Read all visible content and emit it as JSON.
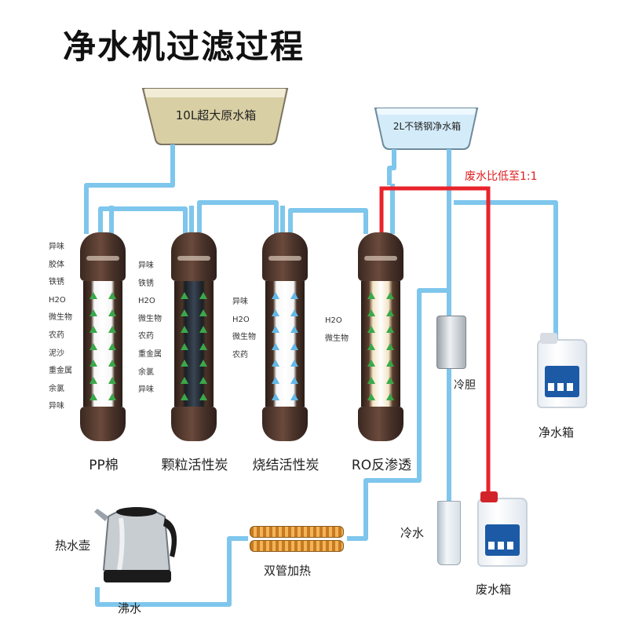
{
  "title": "净水机过滤过程",
  "raw_tank": {
    "label": "10L超大原水箱"
  },
  "pure_tank": {
    "label": "2L不锈钢净水箱"
  },
  "ratio_note": "废水比低至1:1",
  "filters": [
    {
      "name": "PP棉",
      "items": [
        "异味",
        "胶体",
        "铁锈",
        "H2O",
        "微生物",
        "农药",
        "泥沙",
        "重金属",
        "余氯",
        "异味"
      ]
    },
    {
      "name": "颗粒活性炭",
      "items": [
        "异味",
        "铁锈",
        "H2O",
        "微生物",
        "农药",
        "重金属",
        "余氯",
        "异味"
      ]
    },
    {
      "name": "烧结活性炭",
      "items": [
        "异味",
        "H2O",
        "微生物",
        "农药"
      ]
    },
    {
      "name": "RO反渗透",
      "items": [
        "H2O",
        "微生物"
      ]
    }
  ],
  "cold_tank": "冷胆",
  "clean_box": "净水箱",
  "cold_water": "冷水",
  "waste_box": "废水箱",
  "kettle": "热水壶",
  "heater": "双管加热",
  "boil": "沸水",
  "colors": {
    "pipe": "#7ec6ec",
    "waste_pipe": "#e8232a",
    "arrow_green": "#3aa84a",
    "arrow_blue": "#62b8e6"
  }
}
